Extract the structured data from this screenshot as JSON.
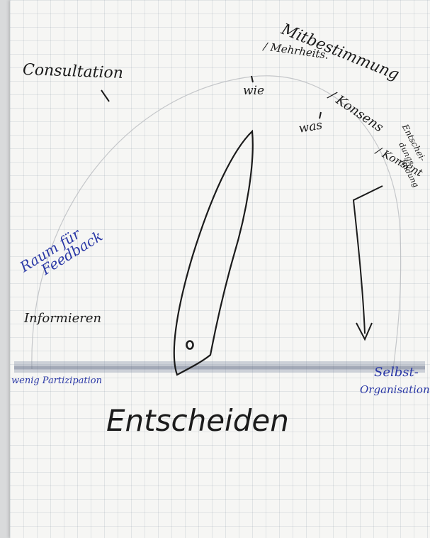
{
  "colors": {
    "ink": "#1b1b1b",
    "blue_ink": "#2a38a6",
    "paper": "#f6f6f4",
    "grid": "#c9ced4"
  },
  "diagram": {
    "title": "Entscheiden",
    "left_end": "wenig Partizipation",
    "right_end": [
      "Selbst-",
      "Organisation"
    ],
    "left_side": {
      "lower": "Informieren",
      "upper": [
        "Raum für",
        "Feedback"
      ]
    },
    "arc_labels": {
      "consultation": "Consultation",
      "mitbestimmung": "Mitbestimmung",
      "mehrheits": "/ Mehrheits.",
      "wie": "wie",
      "was": "was",
      "konsens": "/ Konsens",
      "konsent": "/ Konsent",
      "entscheidung": [
        "Entschei-",
        "dungs-",
        "findung"
      ]
    },
    "needle_icon": "gauge-needle-icon",
    "arrow_icon": "curved-arrow-icon"
  }
}
